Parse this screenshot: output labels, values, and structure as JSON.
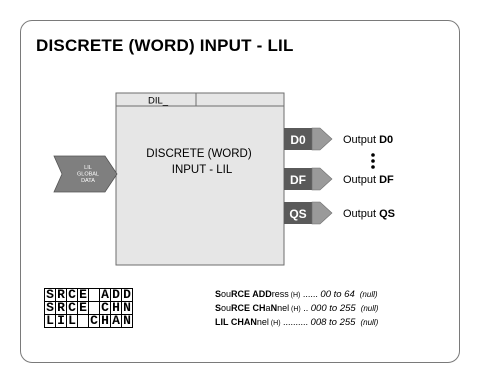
{
  "title": "DISCRETE (WORD) INPUT - LIL",
  "block": {
    "tag": "DIL_",
    "name_line1": "DISCRETE (WORD)",
    "name_line2": "INPUT - LIL"
  },
  "input": {
    "line1": "LIL",
    "line2": "GLOBAL",
    "line3": "DATA"
  },
  "outputs": [
    {
      "code": "D0",
      "label": "Output ",
      "label_bold": "D0"
    },
    {
      "code": "DF",
      "label": "Output ",
      "label_bold": "DF"
    },
    {
      "code": "QS",
      "label": "Output ",
      "label_bold": "QS"
    }
  ],
  "params": [
    {
      "grid": [
        "S",
        "R",
        "C",
        "E",
        " ",
        "A",
        "D",
        "D"
      ],
      "parts": [
        [
          "S",
          "b"
        ],
        [
          "ou",
          "n"
        ],
        [
          "RCE ADD",
          "b"
        ],
        [
          "ress",
          "n"
        ]
      ],
      "h": " (H)",
      "dots": " ...... ",
      "range": "00 to 64",
      "null": "(null)"
    },
    {
      "grid": [
        "S",
        "R",
        "C",
        "E",
        " ",
        "C",
        "H",
        "N"
      ],
      "parts": [
        [
          "S",
          "b"
        ],
        [
          "ou",
          "n"
        ],
        [
          "RCE CH",
          "b"
        ],
        [
          "a",
          "n"
        ],
        [
          "N",
          "b"
        ],
        [
          "nel",
          "n"
        ]
      ],
      "h": " (H)",
      "dots": " .. ",
      "range": "000 to 255",
      "null": "(null)"
    },
    {
      "grid": [
        "L",
        "I",
        "L",
        " ",
        "C",
        "H",
        "A",
        "N"
      ],
      "parts": [
        [
          "LIL CHAN",
          "b"
        ],
        [
          "nel",
          "n"
        ]
      ],
      "h": " (H)",
      "dots": " .......... ",
      "range": "008 to 255",
      "null": "(null)"
    }
  ]
}
